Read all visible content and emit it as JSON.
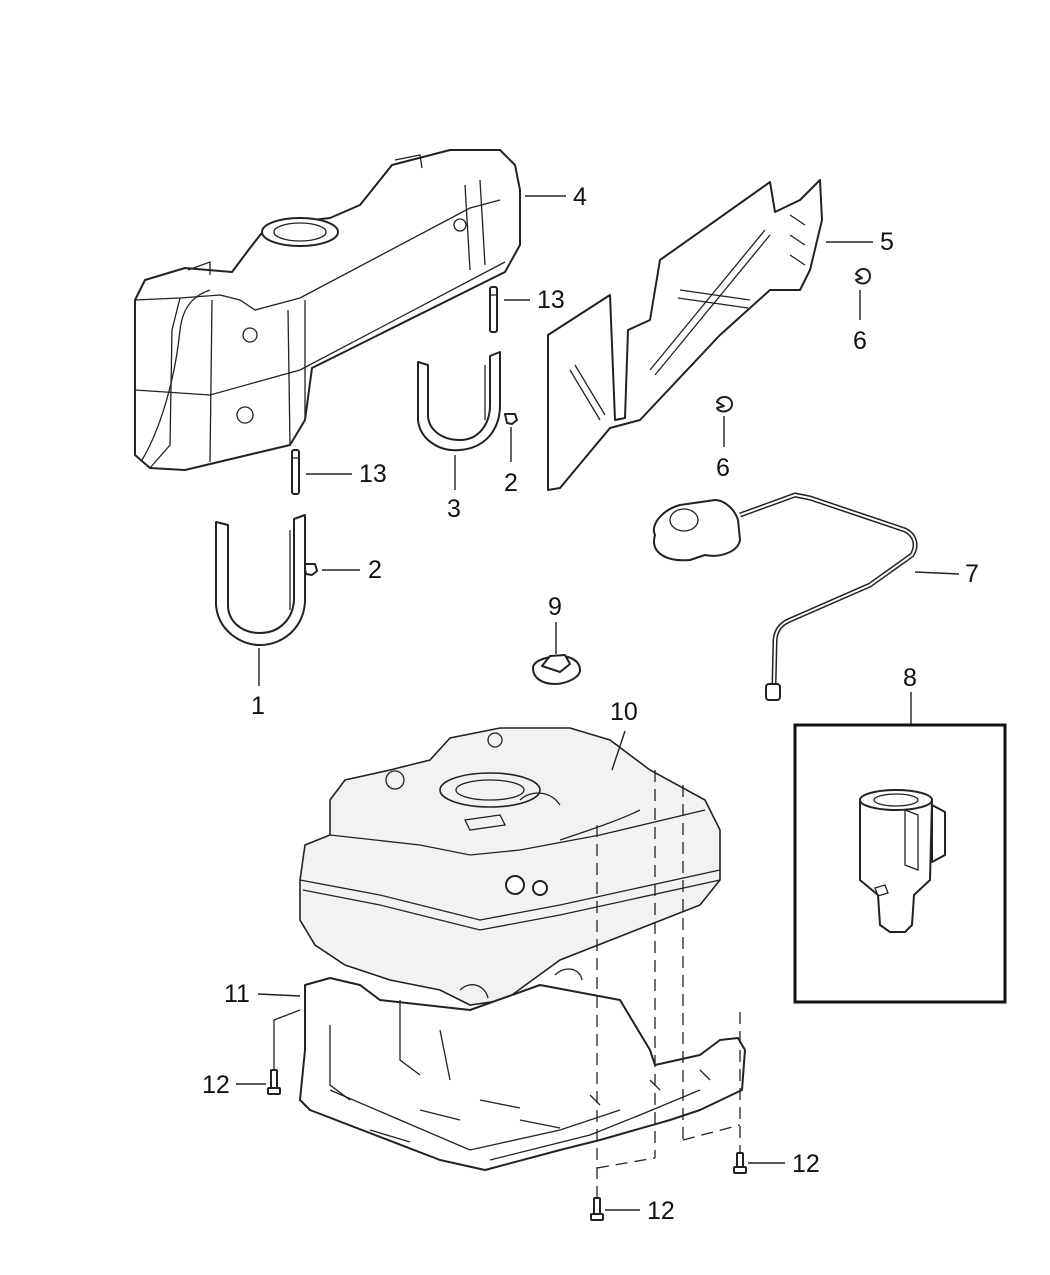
{
  "callouts": {
    "c1": "1",
    "c2a": "2",
    "c2b": "2",
    "c3": "3",
    "c4": "4",
    "c5": "5",
    "c6a": "6",
    "c6b": "6",
    "c7": "7",
    "c8": "8",
    "c9": "9",
    "c10": "10",
    "c11": "11",
    "c12a": "12",
    "c12b": "12",
    "c12c": "12",
    "c13a": "13",
    "c13b": "13"
  },
  "parts": [
    {
      "ref": "1",
      "icon": "strap-icon"
    },
    {
      "ref": "2",
      "icon": "nut-icon"
    },
    {
      "ref": "3",
      "icon": "strap-icon"
    },
    {
      "ref": "4",
      "icon": "fuel-tank-icon"
    },
    {
      "ref": "5",
      "icon": "heat-shield-icon"
    },
    {
      "ref": "6",
      "icon": "push-nut-icon"
    },
    {
      "ref": "7",
      "icon": "fuel-line-icon"
    },
    {
      "ref": "8",
      "icon": "connector-icon"
    },
    {
      "ref": "9",
      "icon": "cap-icon"
    },
    {
      "ref": "10",
      "icon": "fuel-tank-icon"
    },
    {
      "ref": "11",
      "icon": "skid-plate-icon"
    },
    {
      "ref": "12",
      "icon": "bolt-icon"
    },
    {
      "ref": "13",
      "icon": "stud-icon"
    }
  ]
}
